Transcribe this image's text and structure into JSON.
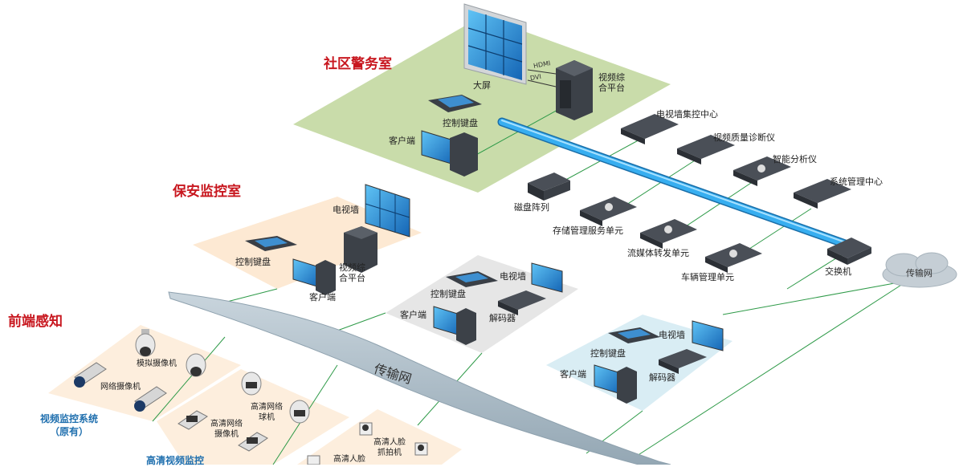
{
  "zones": {
    "community_police": "社区警务室",
    "security_room": "保安监控室",
    "front_end": "前端感知"
  },
  "community": {
    "big_screen": "大屏",
    "hdmi": "HDMI",
    "dvi": "DVI",
    "video_platform": "视频综\n合平台",
    "control_keyboard": "控制键盘",
    "client": "客户端"
  },
  "center": {
    "tv_wall_control": "电视墙集控中心",
    "quality_diag": "视频质量诊断仪",
    "smart_analyzer": "智能分析仪",
    "system_mgmt": "系统管理中心",
    "disk_array": "磁盘阵列",
    "storage_unit": "存储管理服务单元",
    "stream_unit": "流媒体转发单元",
    "vehicle_unit": "车辆管理单元",
    "switch": "交换机",
    "transport_net": "传输网"
  },
  "security": {
    "tv_wall": "电视墙",
    "video_platform": "视频综\n合平台",
    "control_keyboard": "控制键盘",
    "client": "客户端"
  },
  "station_a": {
    "control_keyboard": "控制键盘",
    "tv_wall": "电视墙",
    "client": "客户端",
    "decoder": "解码器"
  },
  "station_b": {
    "control_keyboard": "控制键盘",
    "tv_wall": "电视墙",
    "client": "客户端",
    "decoder": "解码器"
  },
  "backbone_label": "传输网",
  "front": {
    "analog_camera": "模拟摄像机",
    "network_camera": "网络摄像机",
    "legacy_system": "视频监控系统\n（原有）",
    "hd_dome": "高清网络\n球机",
    "hd_network_camera": "高清网络\n摄像机",
    "face_capture": "高清人脸\n抓拍机",
    "hd_face": "高清人脸",
    "hd_system": "高清视频监控"
  },
  "colors": {
    "zone_red": "#c8171f",
    "community_zone": "#c9dcaa",
    "security_zone": "#fde9d3",
    "station_a_zone": "#e6e6e6",
    "station_b_zone": "#d9edf4",
    "fiber": "#2fa0e0",
    "link_green": "#2e9a48",
    "backbone": "#a9b9c4"
  }
}
